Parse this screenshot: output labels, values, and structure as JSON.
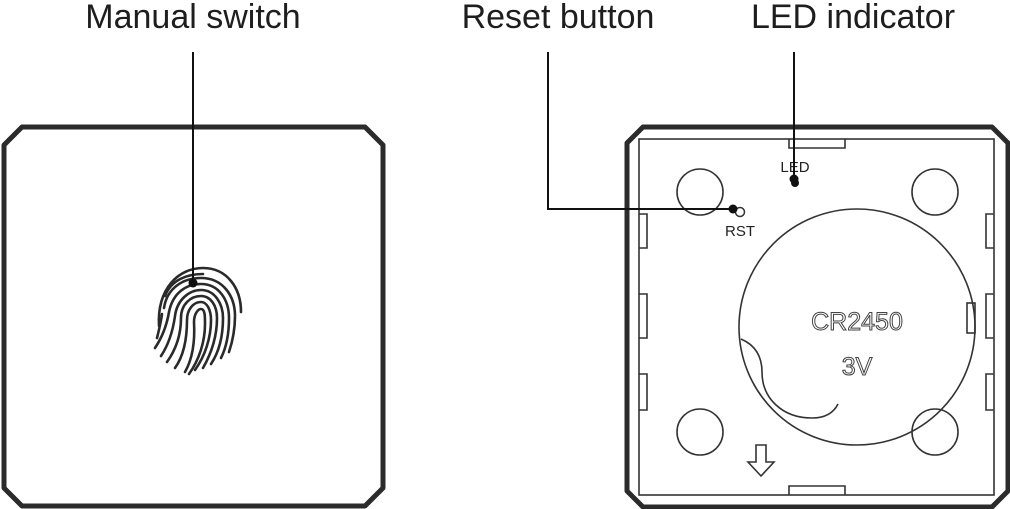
{
  "callouts": {
    "manual_switch": "Manual switch",
    "reset_button": "Reset button",
    "led_indicator": "LED indicator"
  },
  "back_panel": {
    "led_label": "LED",
    "rst_label": "RST",
    "battery_model": "CR2450",
    "battery_voltage": "3V"
  },
  "icons": [
    "fingerprint-icon",
    "down-arrow-icon"
  ],
  "colors": {
    "line": "#2b2b2b",
    "background": "#ffffff"
  }
}
